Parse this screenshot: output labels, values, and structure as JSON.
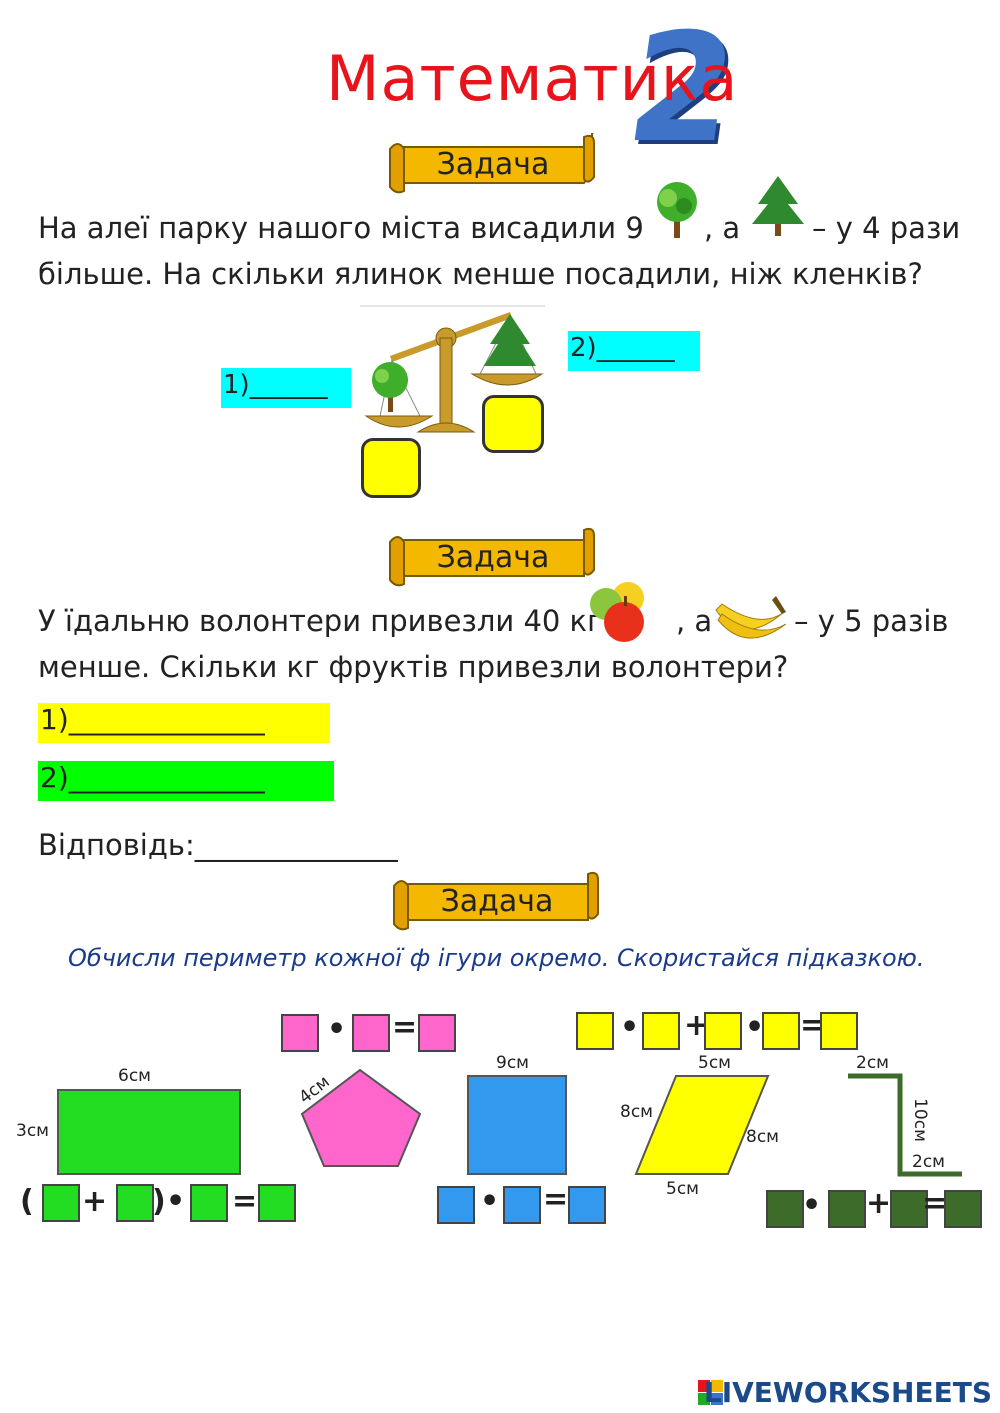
{
  "header": {
    "title": "Математика",
    "grade": "2"
  },
  "banners": [
    "Задача",
    "Задача",
    "Задача"
  ],
  "task1": {
    "line1_a": "На алеї парку нашого міста висадили 9",
    "line1_b": ", а",
    "line1_c": "– у 4 рази",
    "line2": "більше. На скільки ялинок менше посадили, ніж кленків?",
    "field1": "1)______",
    "field2": "2)______"
  },
  "task2": {
    "line1_a": "У їдальню волонтери привезли 40 кг",
    "line1_b": ", а",
    "line1_c": "– у 5 разів",
    "line2": "менше. Скільки кг фруктів привезли волонтери?",
    "field1": "1)______________",
    "field2": "2)______________",
    "answer": "Відповідь:______________"
  },
  "task3": {
    "instruction": "Обчисли периметр кожної ф ігури окремо. Скористайся підказкою.",
    "rect": {
      "w": "6см",
      "h": "3см"
    },
    "pentagon": {
      "side": "4см"
    },
    "square": {
      "side": "9см"
    },
    "parallelogram": {
      "top": "5см",
      "bottom": "5см",
      "left": "8см",
      "right": "8см"
    },
    "lshape": {
      "top": "2см",
      "side": "10см",
      "bottom": "2см"
    },
    "ops": {
      "dot": "•",
      "plus": "+",
      "eq": "=",
      "lparen": "(",
      "rparen": ")"
    }
  },
  "footer": {
    "brand": "LIVEWORKSHEETS"
  },
  "colors": {
    "title": "#e8131b",
    "banner": "#f5b800",
    "cyan": "#00ffff",
    "yellow": "#ffff00",
    "green": "#00ff00"
  }
}
